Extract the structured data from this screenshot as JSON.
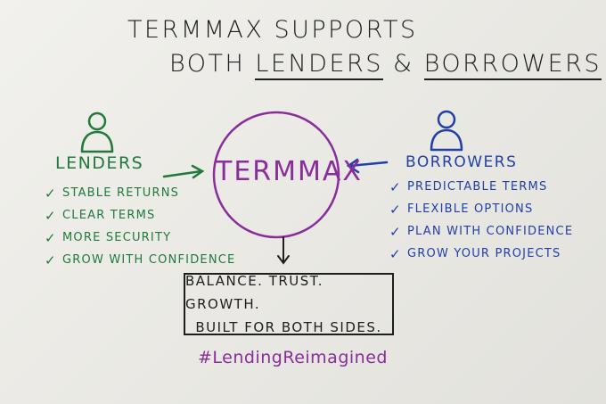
{
  "title": {
    "line1": "TERMMAX SUPPORTS",
    "line2_prefix": "BOTH",
    "line2_lenders": "LENDERS",
    "line2_amp": "&",
    "line2_borrowers": "BORROWERS"
  },
  "center": {
    "label": "TERMMAX"
  },
  "lenders": {
    "heading": "LENDERS",
    "items": [
      "STABLE RETURNS",
      "CLEAR TERMS",
      "MORE SECURITY",
      "GROW WITH CONFIDENCE"
    ]
  },
  "borrowers": {
    "heading": "BORROWERS",
    "items": [
      "PREDICTABLE TERMS",
      "FLEXIBLE OPTIONS",
      "PLAN WITH CONFIDENCE",
      "GROW YOUR PROJECTS"
    ]
  },
  "summary": {
    "line1": "BALANCE. TRUST. GROWTH.",
    "line2": "BUILT FOR BOTH SIDES."
  },
  "hashtag": "#LendingReimagined",
  "check_glyph": "✓",
  "icons": {
    "lenders": "person-icon",
    "borrowers": "person-icon"
  },
  "colors": {
    "lenders": "#1f7a3c",
    "borrowers": "#2240a8",
    "termmax": "#8a2d9c",
    "ink": "#1e1e1e"
  }
}
